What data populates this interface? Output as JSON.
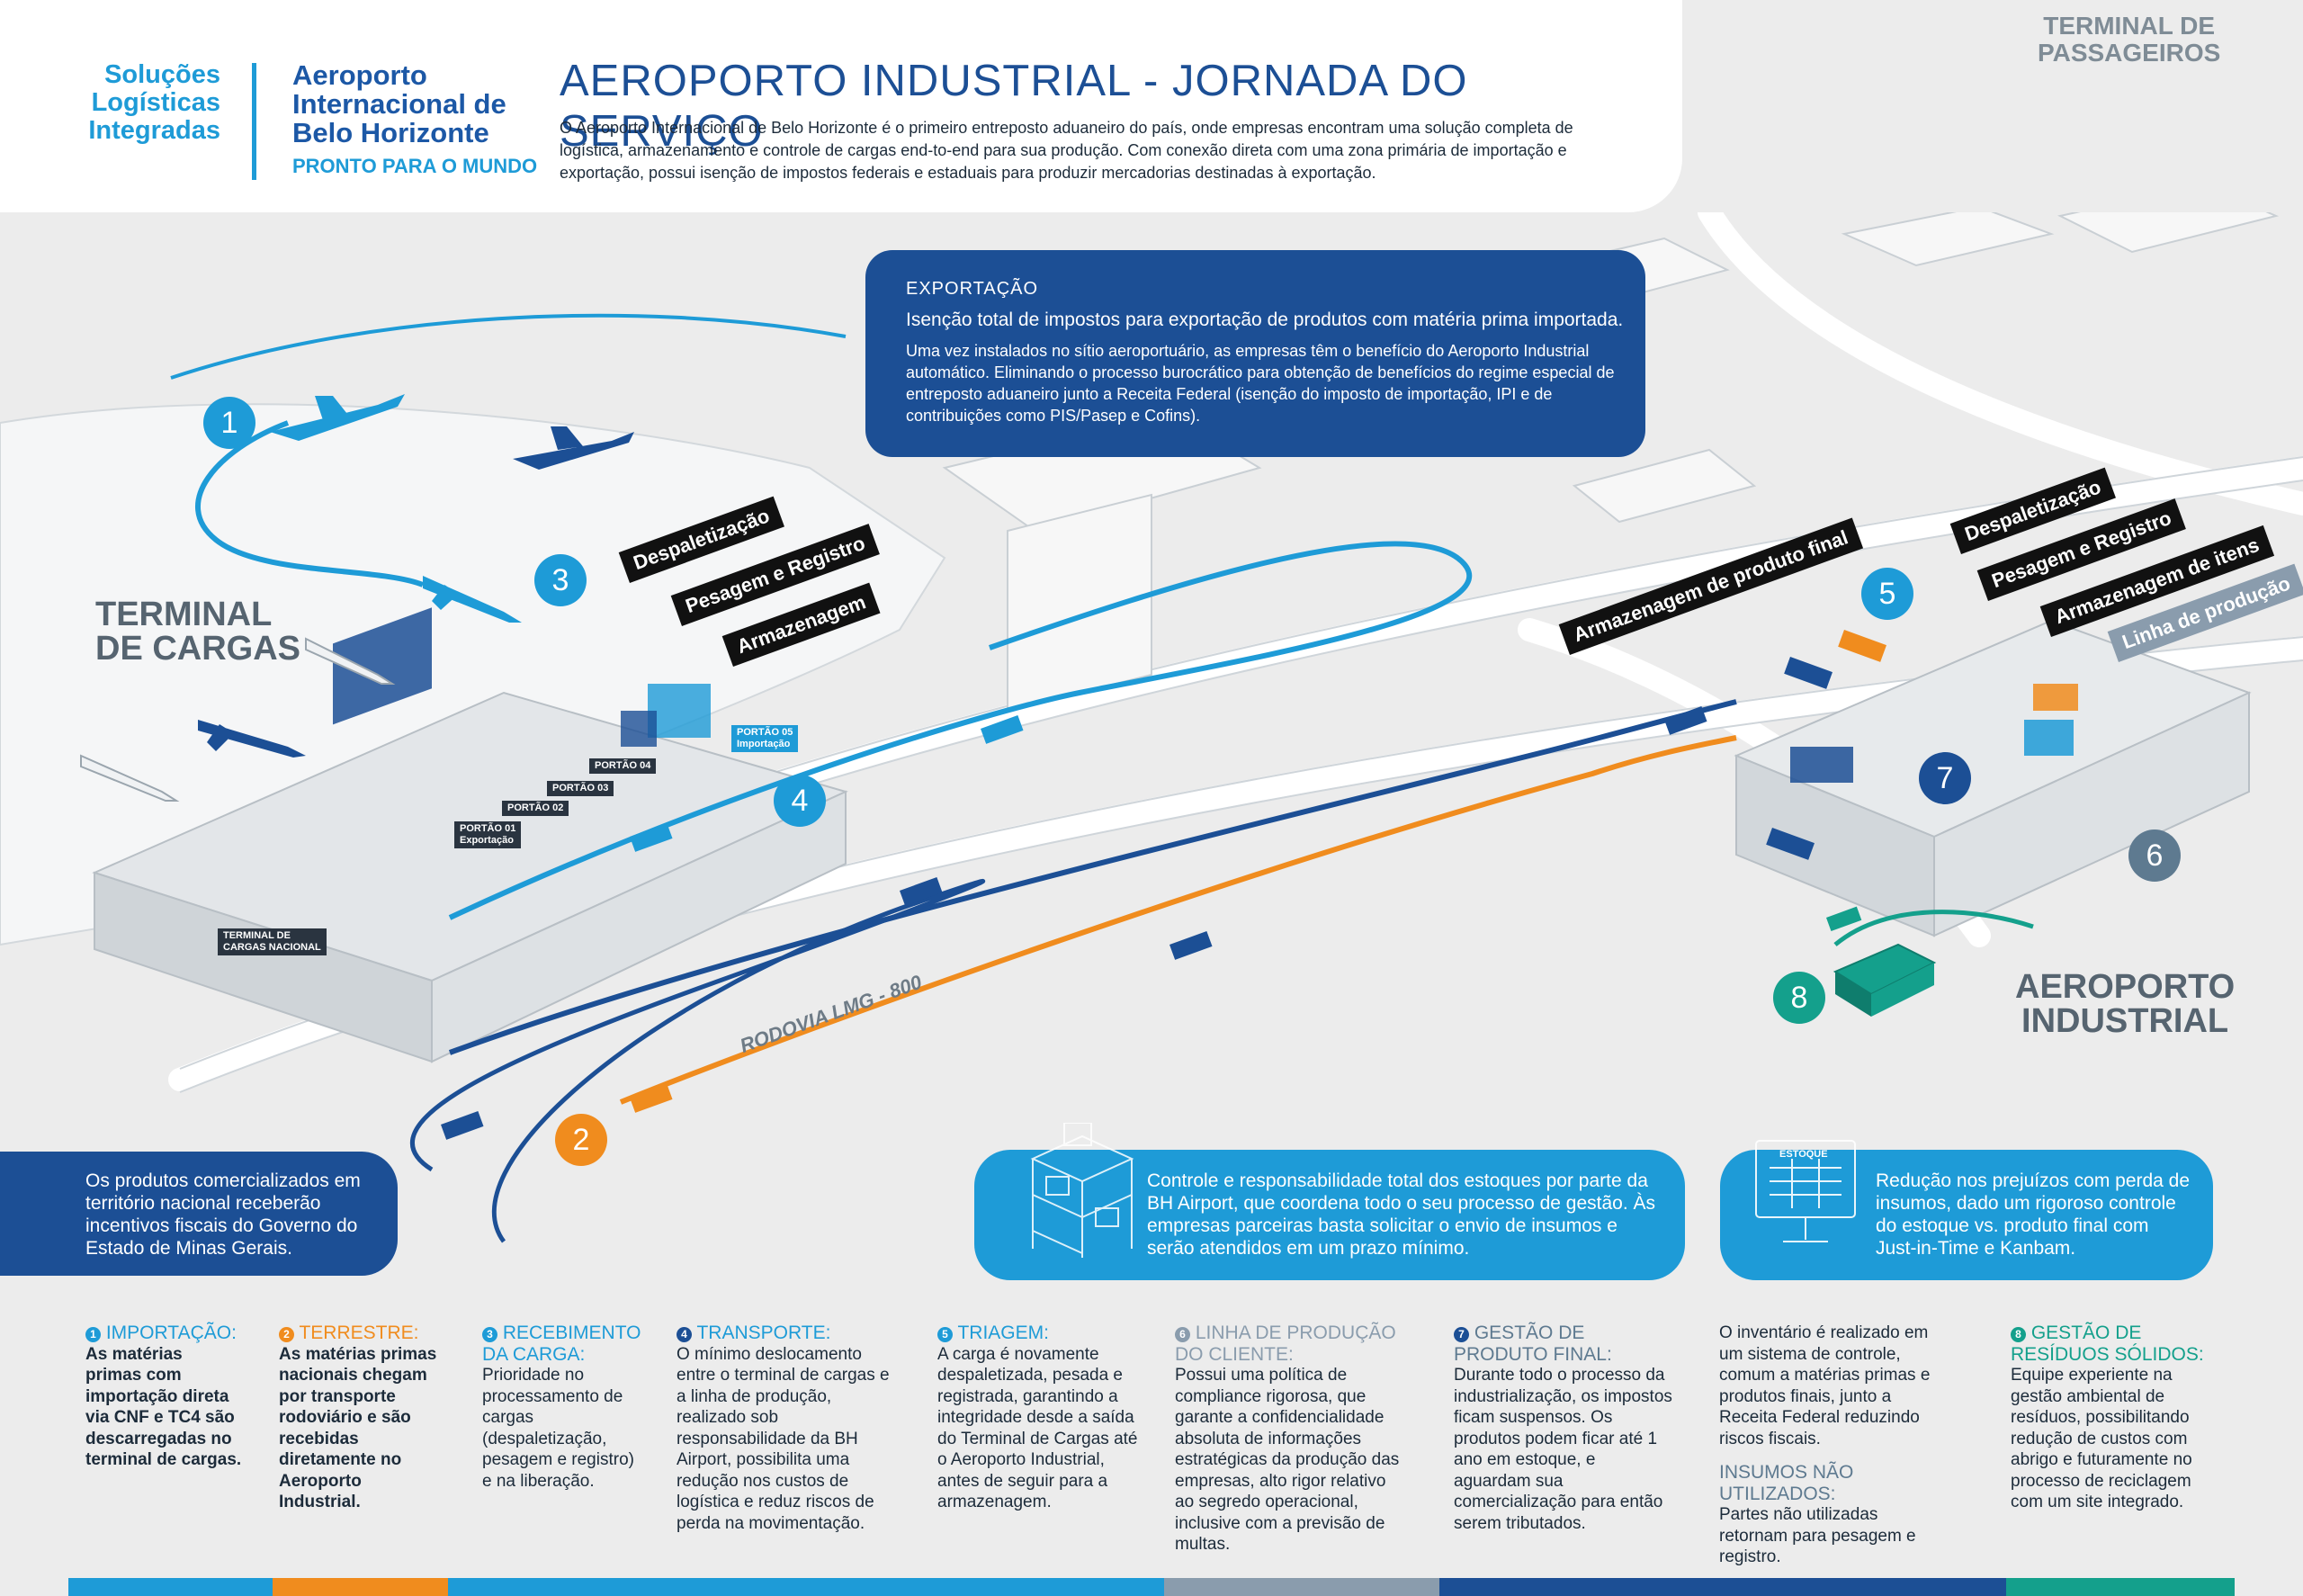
{
  "header": {
    "logo_left": [
      "Soluções",
      "Logísticas",
      "Integradas"
    ],
    "logo_right": [
      "Aeroporto",
      "Internacional de",
      "Belo Horizonte"
    ],
    "logo_tagline": "PRONTO PARA O MUNDO",
    "title": "AEROPORTO INDUSTRIAL - JORNADA DO SERVIÇO",
    "intro": "O Aeroporto Internacional de Belo Horizonte é o primeiro entreposto aduaneiro do país, onde empresas encontram uma solução completa de logística, armazenamento e controle de cargas end-to-end para sua produção. Com conexão direta com uma zona primária de importação e exportação, possui isenção de impostos federais e estaduais para produzir mercadorias destinadas à exportação."
  },
  "map": {
    "terminal_passageiros": [
      "TERMINAL DE",
      "PASSAGEIROS"
    ],
    "terminal_cargas": [
      "TERMINAL",
      "DE CARGAS"
    ],
    "aeroporto_industrial": [
      "AEROPORTO",
      "INDUSTRIAL"
    ],
    "rodovia": "RODOVIA LMG - 800",
    "terminal_cargas_nacional": [
      "TERMINAL DE",
      "CARGAS NACIONAL"
    ],
    "portao_01": [
      "PORTÃO 01",
      "Exportação"
    ],
    "portao_02": "PORTÃO 02",
    "portao_03": "PORTÃO 03",
    "portao_04": "PORTÃO 04",
    "portao_05": [
      "PORTÃO 05",
      "Importação"
    ],
    "tags_cargas": [
      "Despaletização",
      "Pesagem e Registro",
      "Armazenagem"
    ],
    "tags_industrial": [
      "Armazenagem de produto final",
      "Despaletização",
      "Pesagem e Registro",
      "Armazenagem de itens",
      "Linha de produção"
    ],
    "numbers": [
      "1",
      "2",
      "3",
      "4",
      "5",
      "6",
      "7",
      "8"
    ]
  },
  "exportacao": {
    "heading": "EXPORTAÇÃO",
    "subtitle": "Isenção total de impostos para exportação de produtos com matéria prima importada.",
    "body": "Uma vez instalados no sítio aeroportuário, as empresas têm o benefício do Aeroporto Industrial automático. Eliminando o processo burocrático para obtenção de benefícios do regime especial de entreposto aduaneiro junto a Receita Federal (isenção do imposto de importação, IPI e de contribuições como PIS/Pasep e Cofins)."
  },
  "callouts": {
    "left": "Os produtos comercializados em território nacional receberão incentivos fiscais do Governo do Estado de Minas Gerais.",
    "middle": "Controle e responsabilidade total dos estoques por parte da BH Airport, que coordena todo o seu processo de gestão. Às empresas parceiras basta solicitar o envio de insumos e serão atendidos em um prazo mínimo.",
    "right": "Redução nos prejuízos com perda de insumos, dado um rigoroso controle do estoque vs. produto final com Just-in-Time e Kanbam.",
    "monitor_label": "ESTOQUE"
  },
  "steps": [
    {
      "num": "1",
      "title": "IMPORTAÇÃO:",
      "body": "As matérias primas com importação direta via CNF e TC4 são descarregadas no terminal de cargas.",
      "color": "#1e9bd7"
    },
    {
      "num": "2",
      "title": "TERRESTRE:",
      "body": "As matérias primas nacionais chegam por transporte rodoviário e são recebidas diretamente no Aeroporto Industrial.",
      "color": "#f08c1e"
    },
    {
      "num": "3",
      "title": "RECEBIMENTO DA CARGA:",
      "body": "Prioridade no processamento de cargas (despaletização, pesagem e registro) e na liberação.",
      "color": "#1e9bd7"
    },
    {
      "num": "4",
      "title": "TRANSPORTE:",
      "body": "O mínimo deslocamento entre o terminal de cargas e a linha de produção, realizado sob responsabilidade da BH Airport, possibilita uma redução nos custos de logística e reduz riscos de perda na movimentação.",
      "color": "#1c4f95"
    },
    {
      "num": "5",
      "title": "TRIAGEM:",
      "body": "A carga é novamente despaletizada, pesada e registrada, garantindo a integridade desde a saída do Terminal de Cargas até o Aeroporto Industrial, antes de seguir para a armazenagem.",
      "color": "#1e9bd7"
    },
    {
      "num": "6",
      "title": "LINHA DE PRODUÇÃO DO CLIENTE:",
      "body": "Possui uma política de compliance rigorosa, que garante a confidencialidade absoluta de informações estratégicas da produção das empresas, alto rigor relativo ao segredo operacional, inclusive com a previsão de multas.",
      "color": "#8a9cad"
    },
    {
      "num": "7",
      "title": "GESTÃO DE PRODUTO FINAL:",
      "body": "Durante todo o processo da industrialização, os impostos ficam suspensos. Os produtos podem ficar até 1 ano em estoque, e aguardam sua comercialização para então serem tributados.",
      "color": "#1c4f95"
    },
    {
      "num": "",
      "title": "",
      "body": "O inventário é realizado em um sistema de controle, comum a matérias primas e produtos finais, junto a Receita Federal reduzindo riscos fiscais.",
      "extra_title": "INSUMOS NÃO UTILIZADOS:",
      "extra_body": "Partes não utilizadas retornam para pesagem e registro.",
      "color": "#5e7a90"
    },
    {
      "num": "8",
      "title": "GESTÃO DE RESÍDUOS SÓLIDOS:",
      "body": "Equipe experiente na gestão ambiental de resíduos, possibilitando redução de custos com abrigo e futuramente no processo de reciclagem com um site integrado.",
      "color": "#14a08c"
    }
  ],
  "colors": {
    "brand_blue": "#1e9bd7",
    "brand_navy": "#1c4f95",
    "orange": "#f08c1e",
    "teal": "#14a08c",
    "slate": "#5e7a90"
  }
}
